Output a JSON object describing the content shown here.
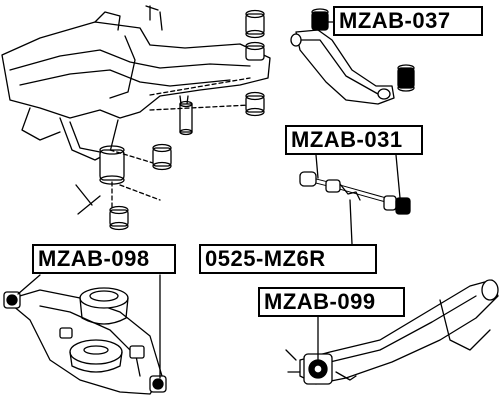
{
  "labels": {
    "mzab_037": "MZAB-037",
    "mzab_031": "MZAB-031",
    "mzab_098": "MZAB-098",
    "part_0525_mz6r": "0525-MZ6R",
    "mzab_099": "MZAB-099"
  },
  "colors": {
    "line": "#000000",
    "background": "#ffffff",
    "highlight": "#000000"
  }
}
